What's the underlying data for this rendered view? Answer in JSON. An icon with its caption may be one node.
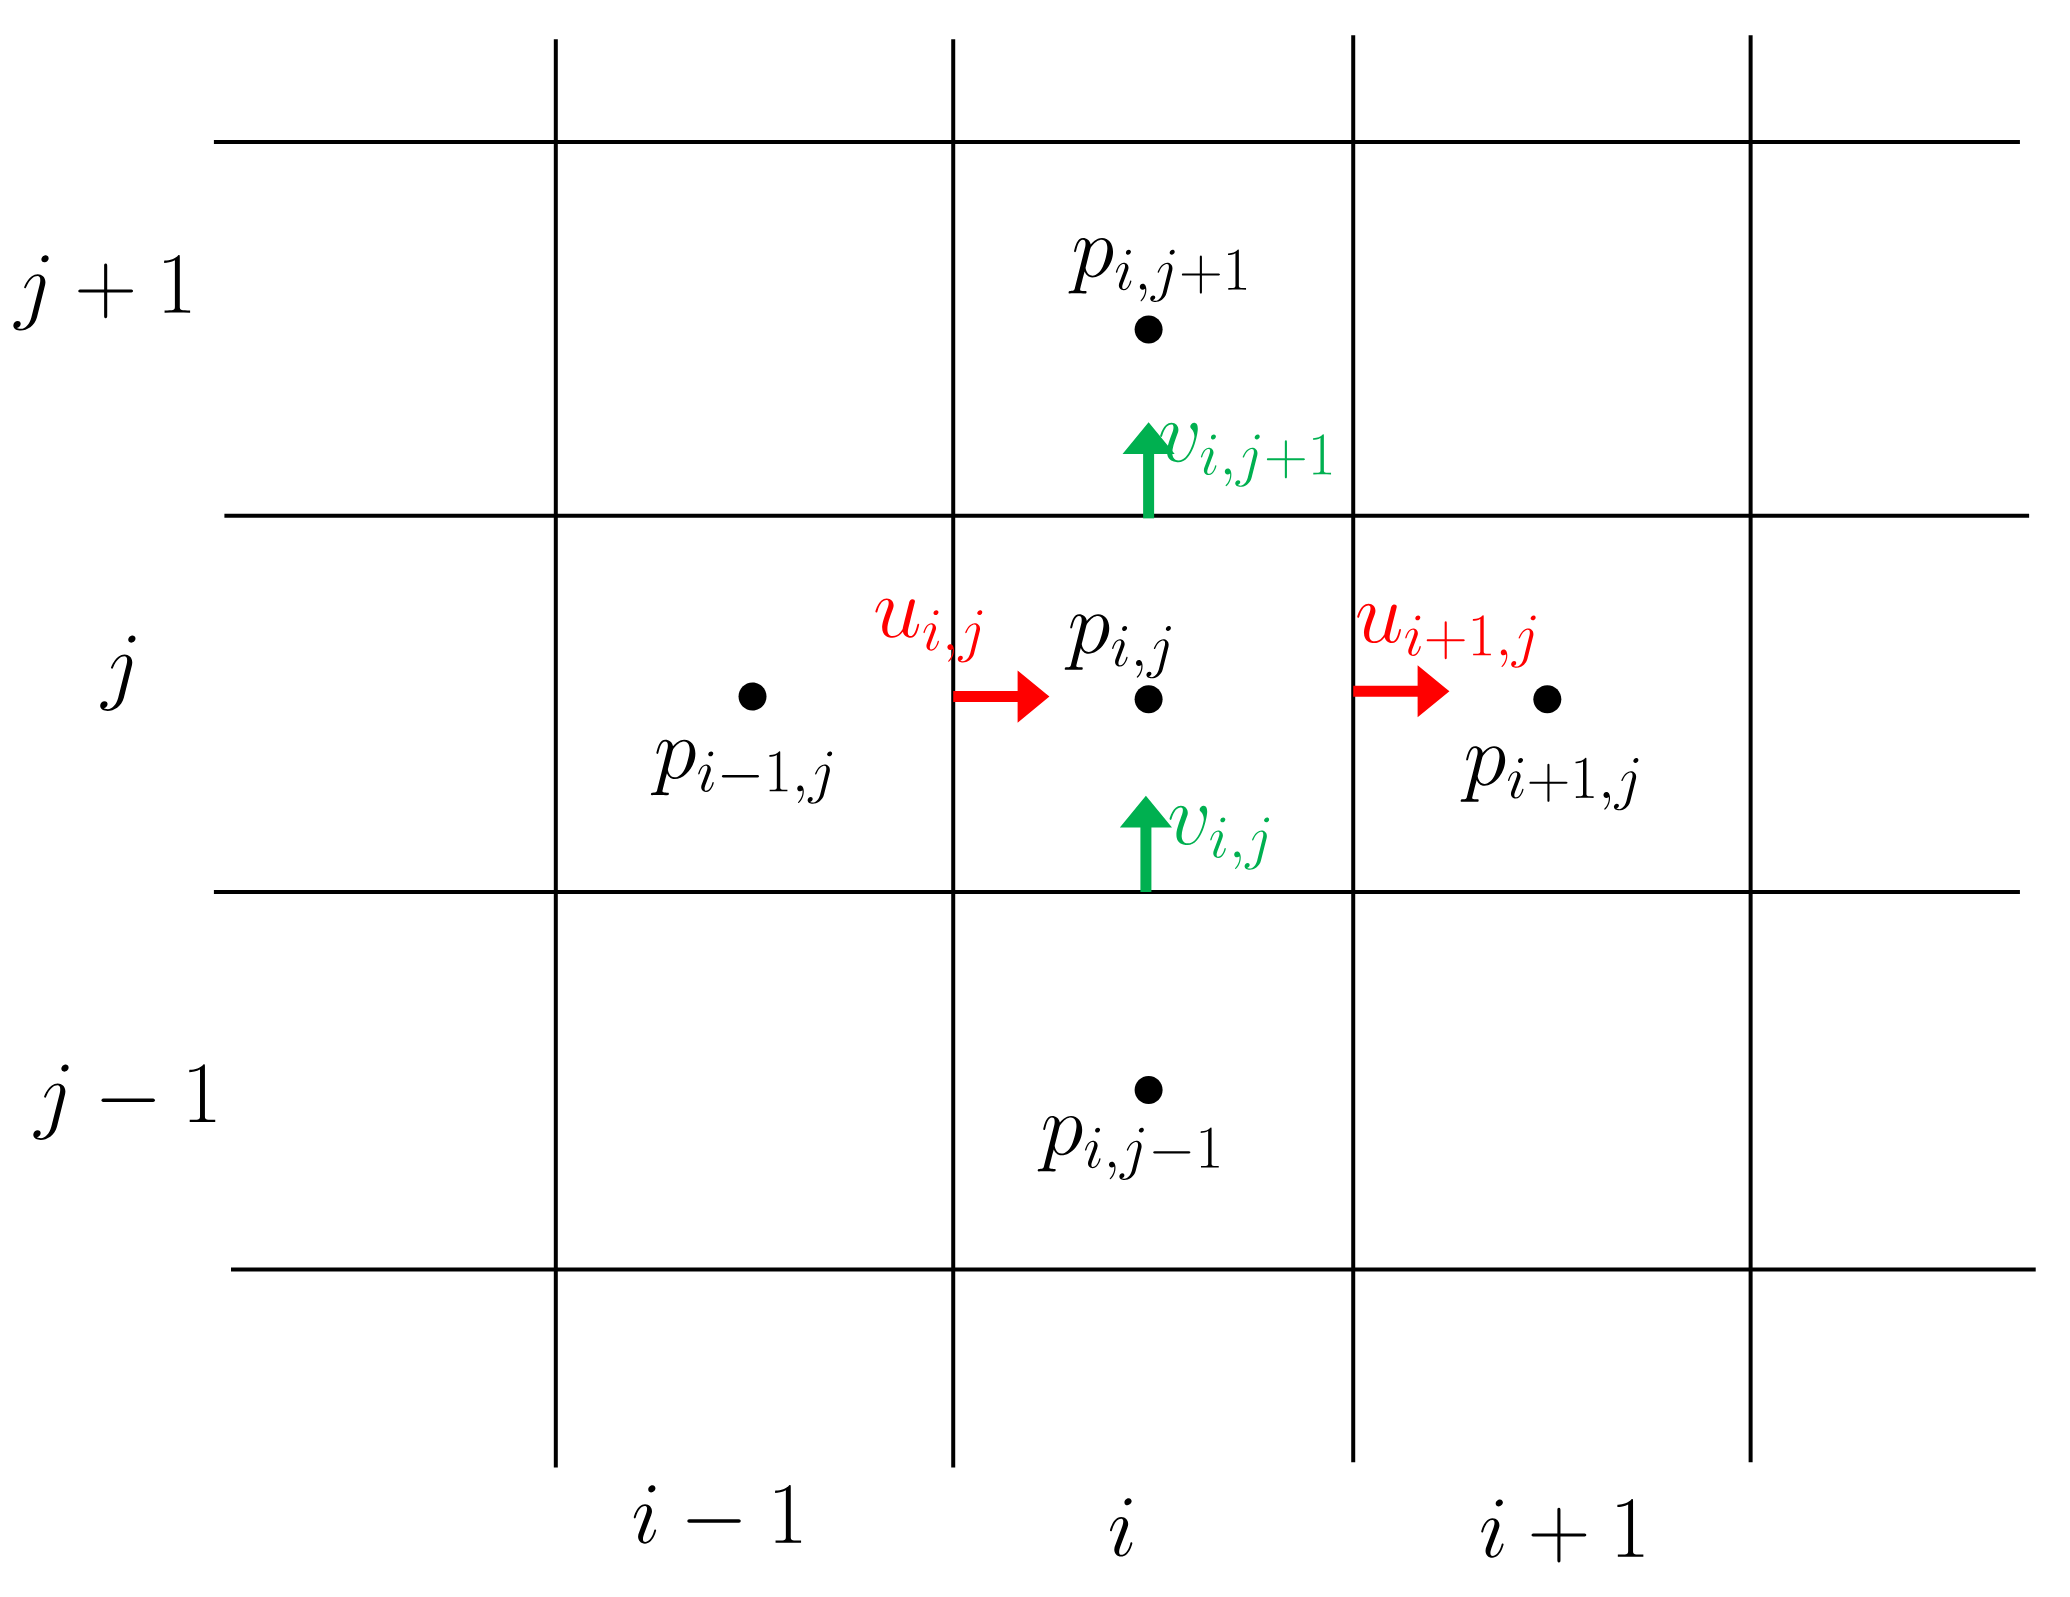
{
  "diagram": {
    "labels": [
      "j+1",
      "p_{i,j+1}",
      "v_{i,j+1}",
      "j",
      "u_{i,j}",
      "p_{i,j}",
      "u_{i+1,j}",
      "p_{i-1,j}",
      "p_{i+1,j}",
      "v_{i,j}",
      "j-1",
      "p_{i,j-1}",
      "i-1",
      "i",
      "i+1"
    ]
  }
}
